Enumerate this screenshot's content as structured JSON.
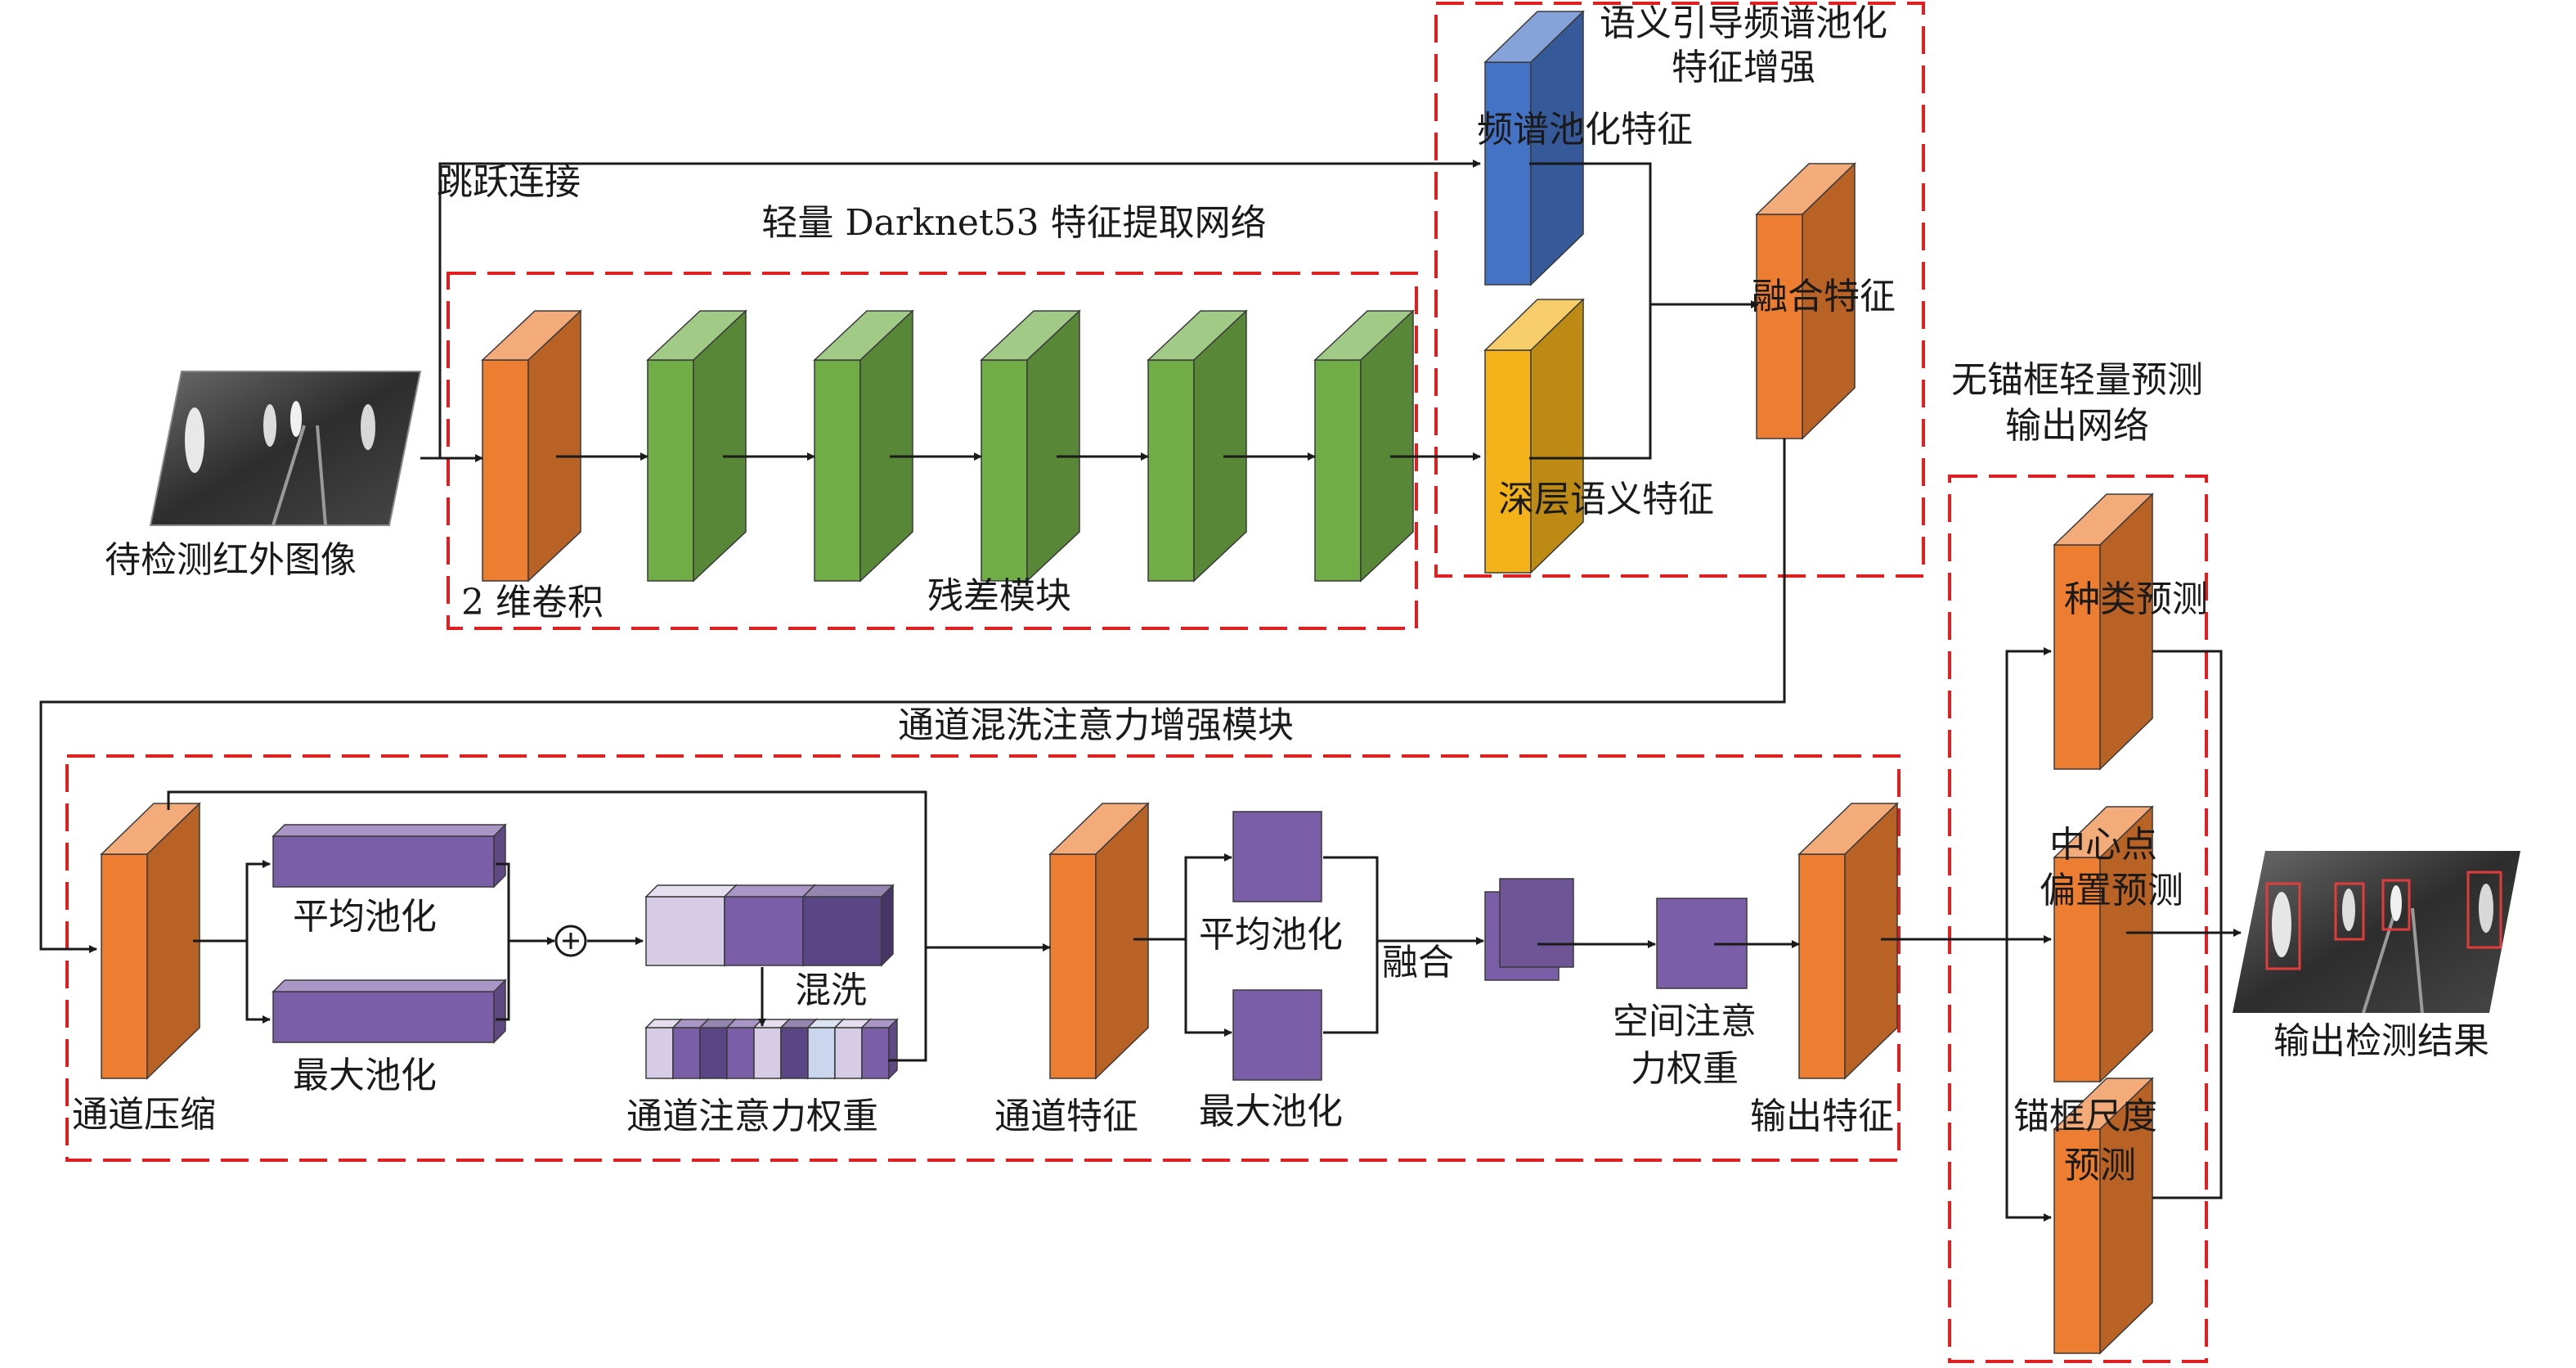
{
  "colors": {
    "dashed_border": "#e02020",
    "line": "#1a1a1a",
    "orange": "#ed7d31",
    "green": "#70ad47",
    "blue": "#4472c4",
    "gold": "#f2b218",
    "purple": "#7a5ea7",
    "light_purple": "#d6cce6",
    "dark_purple": "#5a4585"
  },
  "top": {
    "input_image_label": "待检测红外图像",
    "skip_connection_label": "跳跃连接",
    "backbone_title": "轻量 Darknet53 特征提取网络",
    "conv2d_label": "2 维卷积",
    "residual_label": "残差模块",
    "semantic_title_line1": "语义引导频谱池化",
    "semantic_title_line2": "特征增强",
    "spectral_pool_label": "频谱池化特征",
    "deep_semantic_label": "深层语义特征",
    "fusion_feature_label": "融合特征"
  },
  "middle": {
    "module_title": "通道混洗注意力增强模块",
    "channel_compress_label": "通道压缩",
    "avg_pool_label": "平均池化",
    "max_pool_label": "最大池化",
    "shuffle_label": "混洗",
    "channel_attn_weight_label": "通道注意力权重",
    "channel_feature_label": "通道特征",
    "avg_pool_label_2": "平均池化",
    "max_pool_label_2": "最大池化",
    "fuse_label": "融合",
    "spatial_attn_weight_label_line1": "空间注意",
    "spatial_attn_weight_label_line2": "力权重",
    "output_feature_label": "输出特征"
  },
  "right": {
    "head_title_line1": "无锚框轻量预测",
    "head_title_line2": "输出网络",
    "class_pred_label": "种类预测",
    "center_offset_line1": "中心点",
    "center_offset_line2": "偏置预测",
    "anchor_scale_line1": "锚框尺度",
    "anchor_scale_line2": "预测",
    "output_result_label": "输出检测结果"
  }
}
